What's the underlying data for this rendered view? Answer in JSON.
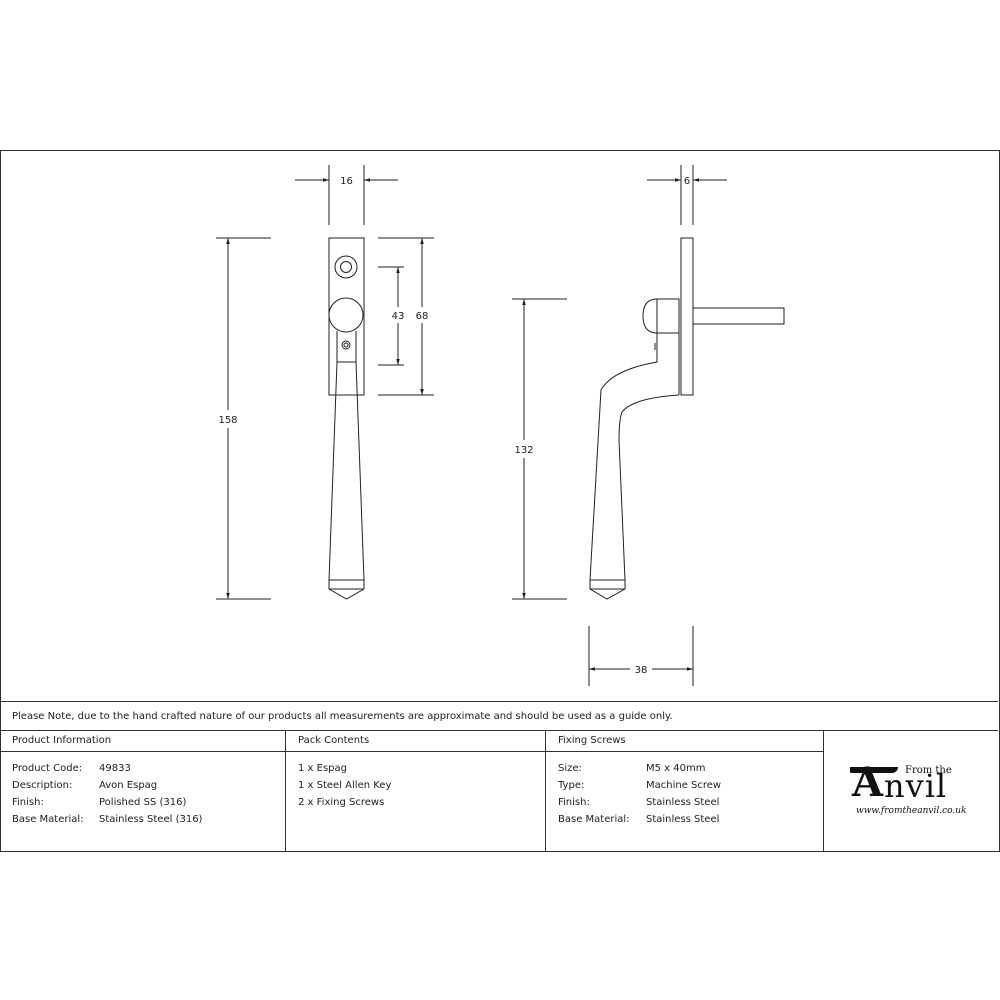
{
  "dimensions": {
    "front_width": "16",
    "front_height": "158",
    "backplate_height": "68",
    "hole_spacing": "43",
    "side_depth": "6",
    "side_height": "132",
    "projection": "38"
  },
  "note": "Please Note, due to the hand crafted nature of our products all measurements are approximate and should be used as a guide only.",
  "product_information": {
    "title": "Product Information",
    "rows": [
      {
        "label": "Product Code:",
        "value": "49833"
      },
      {
        "label": "Description:",
        "value": "Avon Espag"
      },
      {
        "label": "Finish:",
        "value": "Polished SS (316)"
      },
      {
        "label": "Base Material:",
        "value": "Stainless Steel (316)"
      }
    ]
  },
  "pack_contents": {
    "title": "Pack Contents",
    "items": [
      "1 x Espag",
      "1 x Steel Allen Key",
      "2 x Fixing Screws"
    ]
  },
  "fixing_screws": {
    "title": "Fixing Screws",
    "rows": [
      {
        "label": "Size:",
        "value": "M5 x 40mm"
      },
      {
        "label": "Type:",
        "value": "Machine Screw"
      },
      {
        "label": "Finish:",
        "value": "Stainless Steel"
      },
      {
        "label": "Base Material:",
        "value": "Stainless Steel"
      }
    ]
  },
  "logo": {
    "from_the": "From the",
    "letter_a": "A",
    "name_rest": "nvil",
    "url": "www.fromtheanvil.co.uk"
  }
}
